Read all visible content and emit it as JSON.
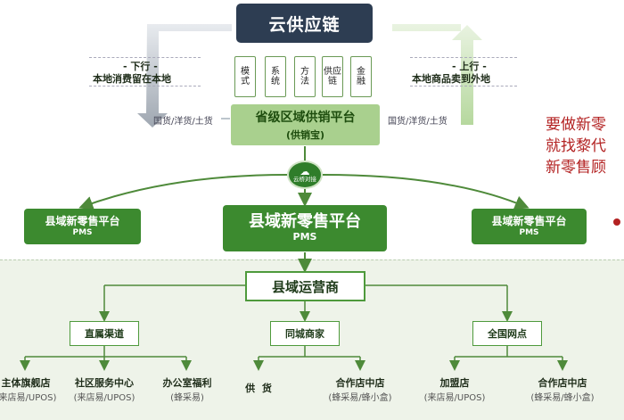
{
  "top": {
    "cloud_chain": "云供应链"
  },
  "left_arrow": {
    "title": "- 下行 -",
    "desc": "本地消费留在本地",
    "goods": "国货/洋货/土货"
  },
  "right_arrow": {
    "title": "- 上行 -",
    "desc": "本地商品卖到外地",
    "goods": "国货/洋货/土货"
  },
  "modules": [
    {
      "c1": "模",
      "c2": "式"
    },
    {
      "c1": "系",
      "c2": "统"
    },
    {
      "c1": "方",
      "c2": "法"
    },
    {
      "c1": "供应",
      "c2": "链"
    },
    {
      "c1": "金",
      "c2": "融"
    }
  ],
  "province": {
    "title": "省级区域供销平台",
    "sub": "(供销宝)"
  },
  "cloud_bridge": "云桥对接",
  "county_main": {
    "title": "县域新零售平台",
    "sub": "PMS"
  },
  "county_left": {
    "title": "县域新零售平台",
    "sub": "PMS"
  },
  "county_right": {
    "title": "县域新零售平台",
    "sub": "PMS"
  },
  "operator": "县域运营商",
  "channels": {
    "direct": "直属渠道",
    "local": "同城商家",
    "national": "全国网点"
  },
  "leaves": [
    {
      "title": "主体旗舰店",
      "sub": "(来店易/UPOS)"
    },
    {
      "title": "社区服务中心",
      "sub": "(来店易/UPOS)"
    },
    {
      "title": "办公室福利",
      "sub": "(蜂采易)"
    },
    {
      "title": "供  货",
      "sub": ""
    },
    {
      "title": "合作店中店",
      "sub": "(蜂采易/蜂小盒)"
    },
    {
      "title": "加盟店",
      "sub": "(来店易/UPOS)"
    },
    {
      "title": "合作店中店",
      "sub": "(蜂采易/蜂小盒)"
    }
  ],
  "side_ad": {
    "line1": "要做新零",
    "line2": "就找黎代",
    "line3": "新零售顾"
  },
  "colors": {
    "dark": "#2d3d52",
    "green": "#3c8a2f",
    "light_green": "#a9d08e",
    "accent_red": "#b32222"
  }
}
